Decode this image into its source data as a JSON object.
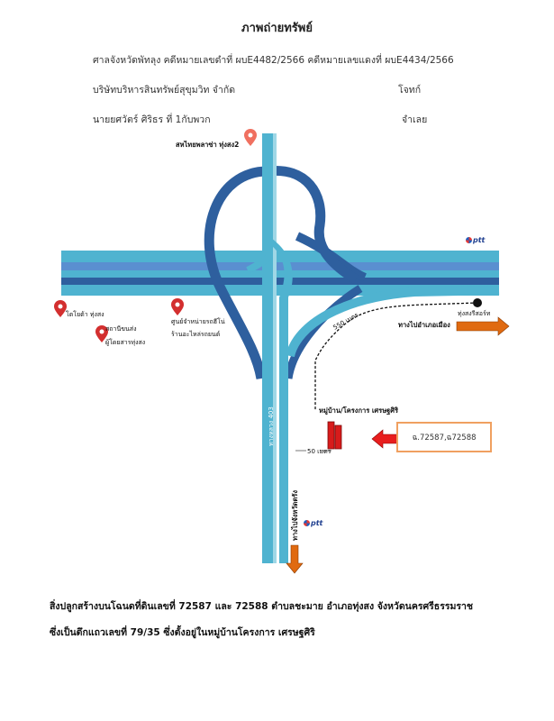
{
  "title": "ภาพถ่ายทรัพย์",
  "header": {
    "court_line": "ศาลจังหวัดพัทลุง  คดีหมายเลขดำที่ ผบE4482/2566  คดีหมายเลขแดงที่ ผบE4434/2566",
    "plaintiff_name": "บริษัทบริหารสินทรัพย์สุขุมวิท จำกัด",
    "plaintiff_role": "โจทก์",
    "defendant_name": "นายยศวัตร์  ศิริธร  ที่ 1กับพวก",
    "defendant_role": "จำเลย"
  },
  "map": {
    "labels": {
      "top_poi": "สหไทยพลาซ่า ทุ่งสง2",
      "poi_toyota": "โตโยต้า ทุ่งสง",
      "poi_station": "สถานีขนส่ง",
      "poi_station_sub": "ผู้โดยสารทุ่งสง",
      "poi_center": "ศูนย์จำหน่ายรถฮีโน่",
      "poi_center_sub": "ร้านอะไหล่รถยนต์",
      "resort": "ทุ่งสงรีสอร์ท",
      "to_district": "ทางไปอำเภอเมือง",
      "distance_550": "550 เมตร",
      "road_number": "ทางหลวง 403",
      "village": "หมู่บ้าน/โครงการ เศรษฐศิริ",
      "distance_50": "50 เมตร",
      "to_province": "ทางไปจังหวัดตรัง",
      "ptt": "ptt"
    },
    "deed_numbers": "ฉ.72587,ฉ72588",
    "icons": [
      "map-pin-icon",
      "arrow-right-icon",
      "arrow-down-icon",
      "arrow-left-icon",
      "ptt-logo-icon",
      "building-icon"
    ],
    "colors": {
      "road_light": "#4fb3d0",
      "road_dark": "#2e5f9e",
      "road_mid": "#5a8fd0",
      "pin": "#d32f2f",
      "arrow": "#e06a10",
      "building": "#d81b1b",
      "box_border": "#f0a060"
    }
  },
  "footer": {
    "line1": "สิ่งปลูกสร้างบนโฉนดที่ดินเลขที่ 72587 และ 72588 ตำบลชะมาย อำเภอทุ่งสง จังหวัดนครศรีธรรมราช",
    "line2": "ซึ่งเป็นตึกแถวเลขที่ 79/35    ซึ่งตั้งอยู่ในหมู่บ้านโครงการ เศรษฐศิริ"
  }
}
